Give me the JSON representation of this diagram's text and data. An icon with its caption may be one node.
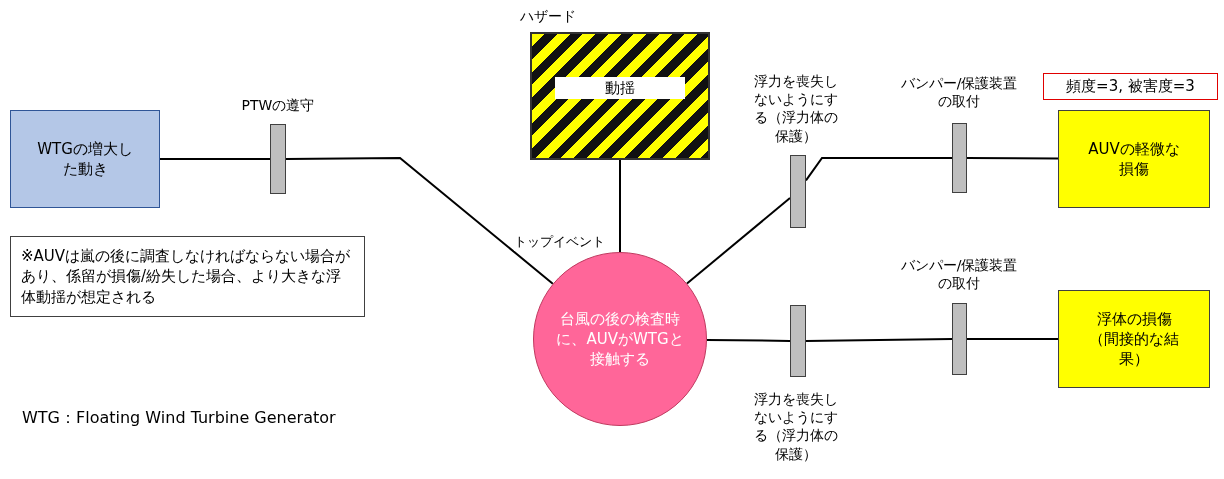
{
  "diagram": {
    "nodes": [
      {
        "text": [
          "WTGの増大した動き"
        ]
      },
      {
        "text": [],
        "shape": "bar",
        "beside": [
          "PTWの遵守"
        ]
      },
      {
        "text": [
          "動揺"
        ],
        "beside": [
          "ハザード"
        ]
      },
      {
        "text": [
          "台風の後の検査時に、AUVがWTGと接触する"
        ],
        "beside": [
          "トップイベント"
        ]
      },
      {
        "text": [],
        "shape": "bar",
        "beside": [
          "浮力を喪失しないようにする（浮力体の保護）"
        ]
      },
      {
        "text": [],
        "shape": "bar",
        "beside": [
          "バンパー/保護装置の取付"
        ]
      },
      {
        "text": [
          "頻度=3, 被害度=3"
        ]
      },
      {
        "text": [
          "AUVの軽微な損傷"
        ]
      },
      {
        "text": [],
        "shape": "bar",
        "beside": [
          "浮力を喪失しないようにする（浮力体の保護）"
        ]
      },
      {
        "text": [],
        "shape": "bar",
        "beside": [
          "バンパー/保護装置の取付"
        ]
      },
      {
        "text": [
          "浮体の損傷（間接的な結果）"
        ]
      },
      {
        "text": [
          "※AUVは嵐の後に調査しなければならない場合があり、係留が損傷/紛失した場合、より大きな浮体動揺が想定される"
        ]
      }
    ],
    "edges": [
      {
        "from": 0,
        "to": 1,
        "arrow": "none"
      },
      {
        "from": 1,
        "to": 3,
        "arrow": "none"
      },
      {
        "from": 2,
        "to": 3,
        "arrow": "none"
      },
      {
        "from": 3,
        "to": 4,
        "arrow": "none"
      },
      {
        "from": 4,
        "to": 5,
        "arrow": "none"
      },
      {
        "from": 5,
        "to": 7,
        "arrow": "none"
      },
      {
        "from": 3,
        "to": 8,
        "arrow": "none"
      },
      {
        "from": 8,
        "to": 9,
        "arrow": "none"
      },
      {
        "from": 9,
        "to": 10,
        "arrow": "none"
      }
    ],
    "labels": [
      "WTG：Floating Wind Turbine Generator"
    ]
  }
}
